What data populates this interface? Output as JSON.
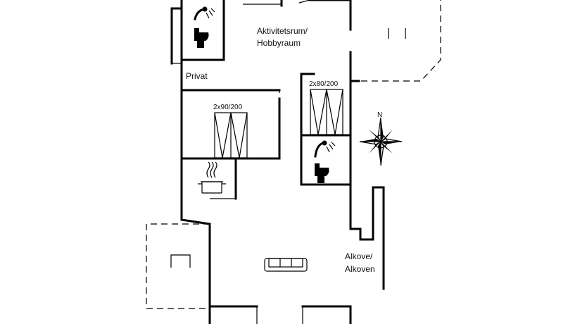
{
  "rooms": {
    "activity_room": [
      "Aktivitetsrum/",
      "Hobbyraum"
    ],
    "private": "Privat",
    "alcove": [
      "Alkove/",
      "Alkoven"
    ]
  },
  "beds": {
    "left": "2x90/200",
    "right": "2x80/200"
  },
  "compass": {
    "north": "N"
  }
}
